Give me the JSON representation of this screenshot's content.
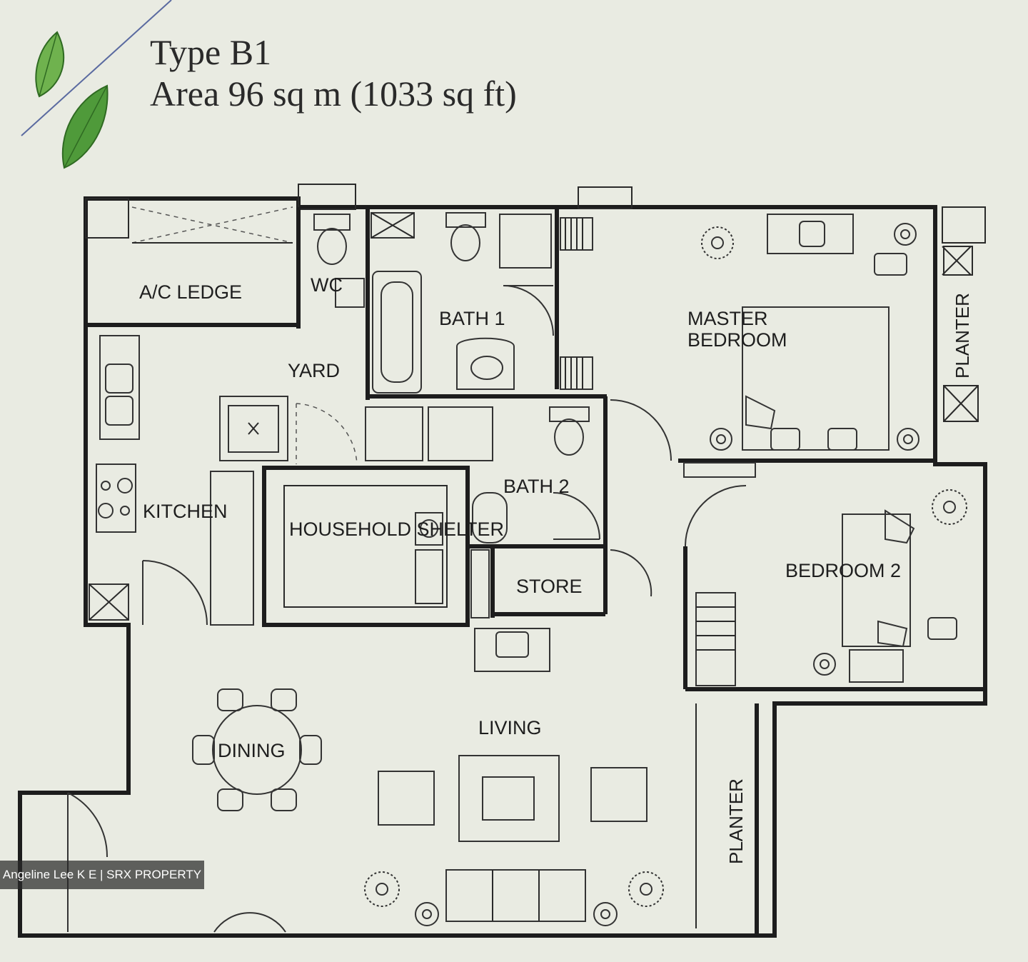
{
  "header": {
    "type_label": "Type B1",
    "area_label": "Area 96 sq m (1033 sq ft)"
  },
  "rooms": {
    "ac_ledge": "A/C LEDGE",
    "wc": "WC",
    "bath1": "BATH 1",
    "master_bedroom_line1": "MASTER",
    "master_bedroom_line2": "BEDROOM",
    "planter_right": "PLANTER",
    "yard": "YARD",
    "kitchen": "KITCHEN",
    "household_shelter": "HOUSEHOLD SHELTER",
    "bath2": "BATH 2",
    "store": "STORE",
    "bedroom2": "BEDROOM 2",
    "living": "LIVING",
    "dining": "DINING",
    "planter_bottom": "PLANTER"
  },
  "watermark": "Angeline Lee K E | SRX PROPERTY",
  "colors": {
    "paper": "#e9ebe2",
    "linework": "#1d1d1d",
    "leaf": "#4f9a3a"
  }
}
